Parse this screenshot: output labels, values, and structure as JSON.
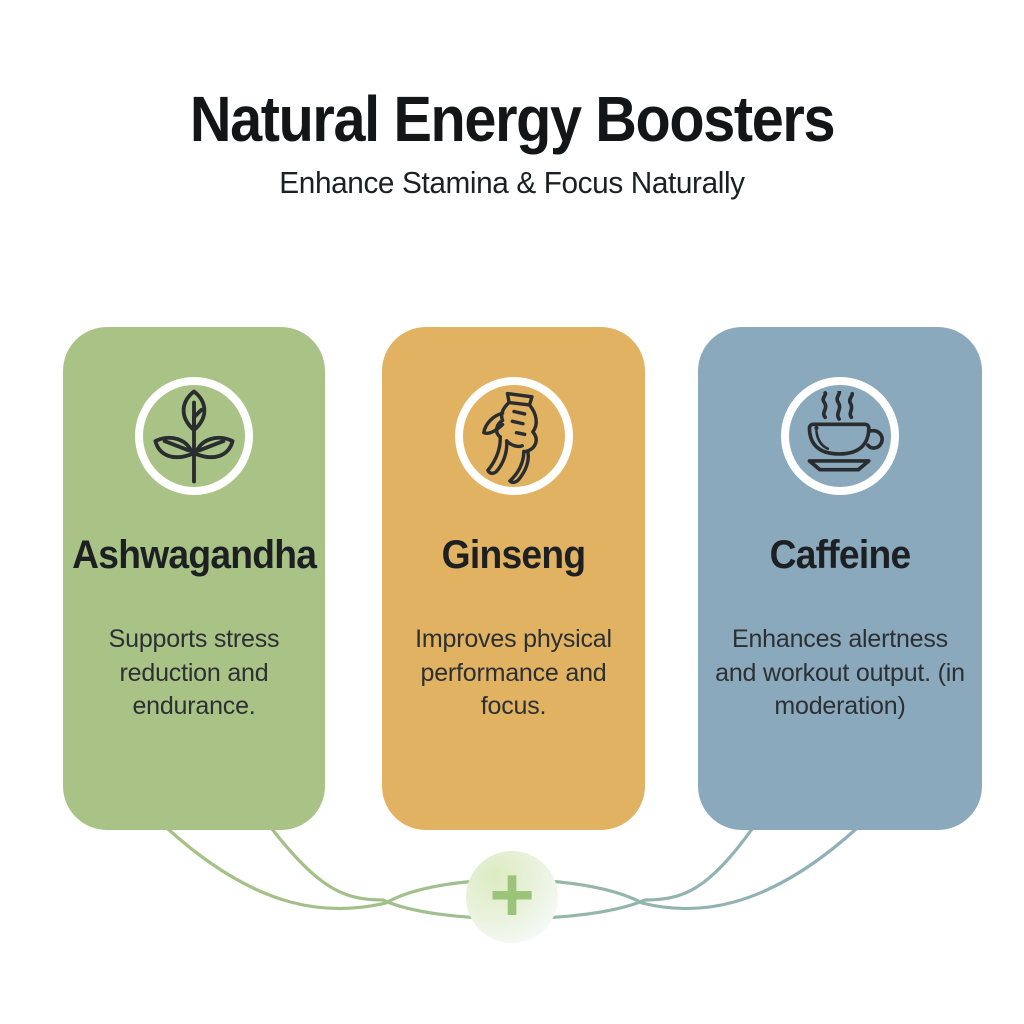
{
  "header": {
    "title": "Natural Energy Boosters",
    "subtitle": "Enhance Stamina & Focus Naturally"
  },
  "cards": [
    {
      "title": "Ashwagandha",
      "description": "Supports stress reduction and endurance.",
      "icon": "leaf-sprig-icon",
      "color": "#a9c286"
    },
    {
      "title": "Ginseng",
      "description": "Improves physical performance and focus.",
      "icon": "ginseng-root-icon",
      "color": "#e0b261"
    },
    {
      "title": "Caffeine",
      "description": "Enhances alertness and workout output. (in moderation)",
      "icon": "coffee-cup-icon",
      "color": "#8ba9bc"
    }
  ],
  "connector": {
    "plus_symbol": "+"
  },
  "colors": {
    "card_green": "#a9c286",
    "card_orange": "#e0b261",
    "card_blue": "#8ba9bc",
    "heading_text": "#131516",
    "title_text": "#1d2022",
    "body_text": "#2c3033",
    "icon_stroke": "#2a2d30",
    "strand_green": "#a6c182",
    "strand_blue": "#8fadbf",
    "plus_color": "#9cc478"
  }
}
